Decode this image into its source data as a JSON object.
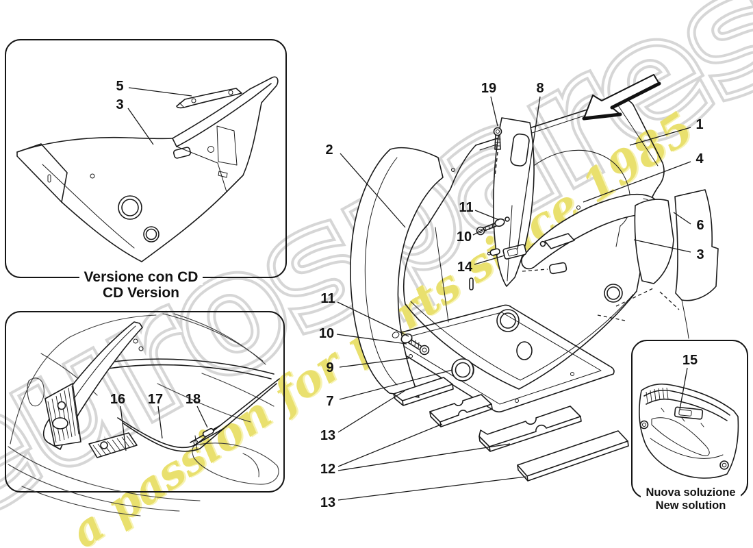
{
  "page": {
    "background_color": "#ffffff",
    "line_color": "#1a1a1a"
  },
  "watermark": {
    "brand_text": "eurospares",
    "tagline": "a passion for parts since 1985",
    "brand_outline_color": "#d6d6d6",
    "tagline_color": "#e9e06e"
  },
  "direction_arrow": {
    "description": "outlined arrow pointing down-left"
  },
  "main_diagram": {
    "callouts": [
      {
        "label": "2"
      },
      {
        "label": "19"
      },
      {
        "label": "8"
      },
      {
        "label": "1"
      },
      {
        "label": "4"
      },
      {
        "label": "6"
      },
      {
        "label": "3"
      },
      {
        "label": "11"
      },
      {
        "label": "10"
      },
      {
        "label": "14"
      },
      {
        "label": "11"
      },
      {
        "label": "10"
      },
      {
        "label": "9"
      },
      {
        "label": "7"
      },
      {
        "label": "13"
      },
      {
        "label": "12"
      },
      {
        "label": "13"
      }
    ]
  },
  "inset_cd_version": {
    "caption_line1": "Versione con CD",
    "caption_line2": "CD Version",
    "callouts": [
      {
        "label": "5"
      },
      {
        "label": "3"
      }
    ]
  },
  "inset_luggage_view": {
    "callouts": [
      {
        "label": "16"
      },
      {
        "label": "17"
      },
      {
        "label": "18"
      }
    ]
  },
  "inset_new_solution": {
    "caption_line1": "Nuova soluzione",
    "caption_line2": "New solution",
    "callouts": [
      {
        "label": "15"
      }
    ]
  }
}
